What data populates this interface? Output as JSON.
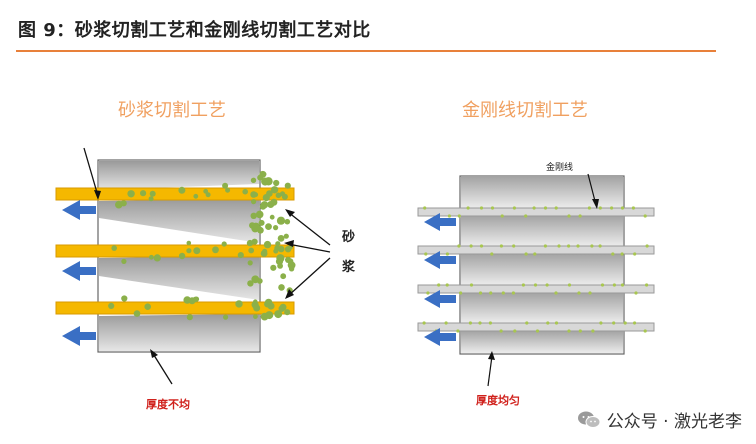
{
  "figure": {
    "title": "图 9：砂浆切割工艺和金刚线切割工艺对比"
  },
  "left_panel": {
    "title": "砂浆切割工艺",
    "slurry_label_1": "砂",
    "slurry_label_2": "浆",
    "thickness_label": "厚度不均"
  },
  "right_panel": {
    "title": "金刚线切割工艺",
    "wire_label": "金刚线",
    "thickness_label": "厚度均匀"
  },
  "watermark": {
    "text": "公众号 · 激光老李",
    "icon": "wechat-icon"
  },
  "colors": {
    "accent": "#e8803a",
    "title_orange": "#f0a060",
    "wire_yellow": "#f5b800",
    "slurry_green": "#8bb04a",
    "arrow_blue": "#3a6fc4",
    "red_note": "#d0211c"
  }
}
